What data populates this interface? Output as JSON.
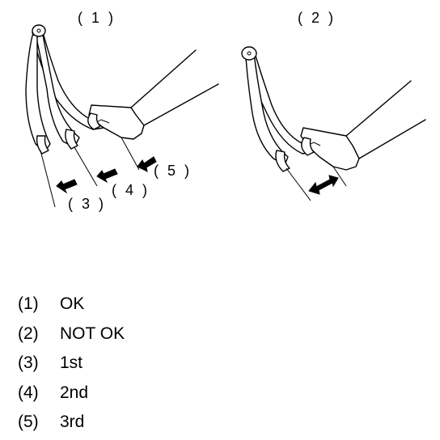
{
  "figure": {
    "panel_1_label": "( 1 )",
    "panel_2_label": "( 2 )",
    "callout_3": "( 3 )",
    "callout_4": "( 4 )",
    "callout_5": "( 5 )"
  },
  "legend": [
    {
      "num": "(1)",
      "text": "OK"
    },
    {
      "num": "(2)",
      "text": "NOT OK"
    },
    {
      "num": "(3)",
      "text": "1st"
    },
    {
      "num": "(4)",
      "text": "2nd"
    },
    {
      "num": "(5)",
      "text": "3rd"
    }
  ]
}
